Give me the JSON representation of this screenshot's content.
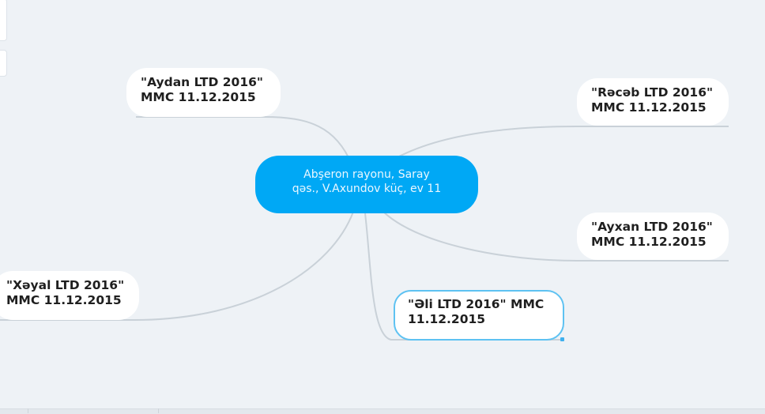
{
  "mindmap": {
    "root": {
      "label": "Abşeron rayonu, Saray\nqəs., V.Axundov küç, ev 11"
    },
    "topics": [
      {
        "id": "aydan",
        "label": "\"Aydan LTD 2016\"\nMMC 11.12.2015"
      },
      {
        "id": "receb",
        "label": "\"Rəcəb LTD 2016\"\nMMC 11.12.2015"
      },
      {
        "id": "ayxan",
        "label": "\"Ayxan LTD 2016\"\nMMC 11.12.2015"
      },
      {
        "id": "xeyal",
        "label": "\"Xəyal LTD 2016\"\nMMC 11.12.2015"
      },
      {
        "id": "eli",
        "label": "\"Əli LTD 2016\" MMC\n11.12.2015",
        "selected": true
      }
    ]
  },
  "colors": {
    "background": "#eef2f6",
    "root_fill": "#00a8f5",
    "root_text": "#eaf7ff",
    "topic_fill": "#ffffff",
    "topic_text": "#1f1f1f",
    "connector": "#c9d1d8",
    "selection": "#5ec2f2"
  }
}
